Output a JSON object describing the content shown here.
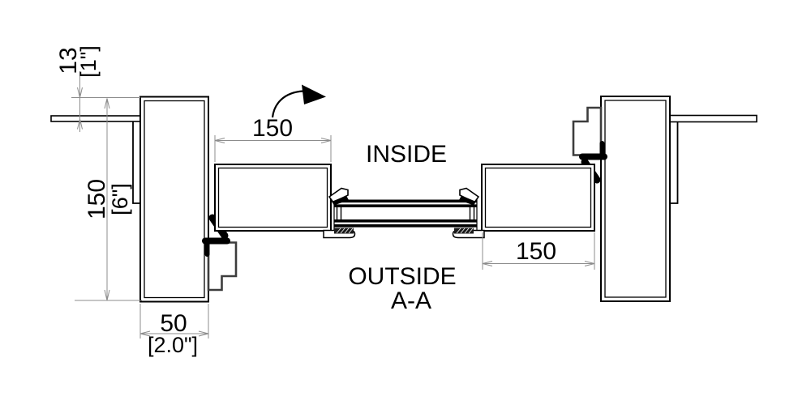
{
  "drawing": {
    "type": "window-frame-section",
    "labels": {
      "inside": "INSIDE",
      "outside": "OUTSIDE",
      "section": "A-A"
    },
    "dimensions": {
      "wall_offset": {
        "metric": "13",
        "imperial": "[1\"]"
      },
      "frame_depth": {
        "metric": "150",
        "imperial": "[6\"]"
      },
      "frame_width": {
        "metric": "50",
        "imperial": "[2.0\"]"
      },
      "sash_left": {
        "metric": "150"
      },
      "sash_right": {
        "metric": "150"
      }
    },
    "colors": {
      "line": "#000000",
      "profile_line": "#3d3d3d",
      "dimension_line": "#8c8c8c",
      "background": "#ffffff"
    }
  }
}
